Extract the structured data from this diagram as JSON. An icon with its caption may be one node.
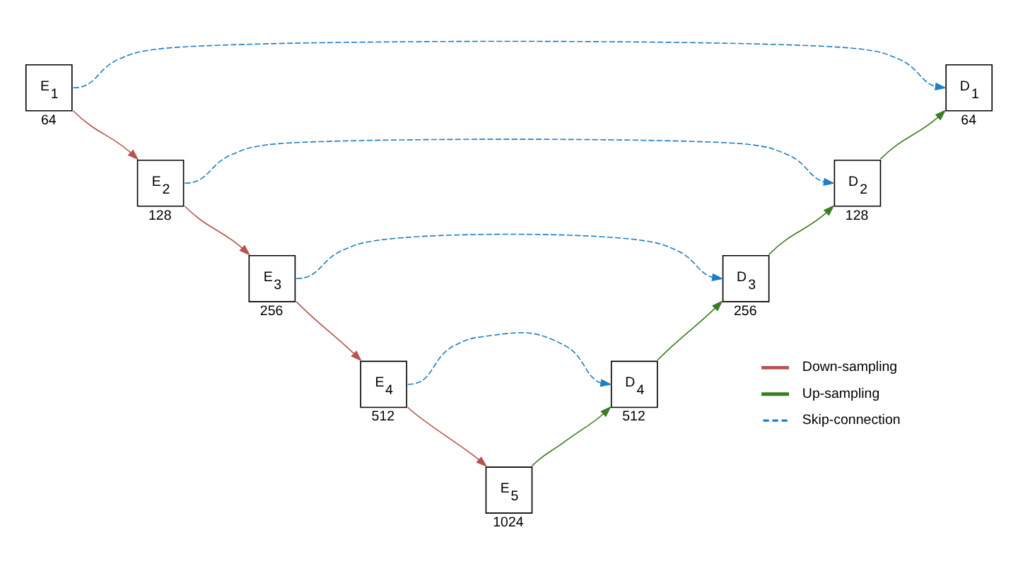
{
  "diagram": {
    "nodes": [
      {
        "text": [
          "E$_{1}$"
        ],
        "beside": [
          "64"
        ]
      },
      {
        "text": [
          "D$_{1}$"
        ],
        "beside": [
          "64"
        ]
      },
      {
        "text": [
          "E$_{2}$"
        ],
        "beside": [
          "128"
        ]
      },
      {
        "text": [
          "D$_{2}$"
        ],
        "beside": [
          "128"
        ]
      },
      {
        "text": [
          "E$_{3}$"
        ],
        "beside": [
          "256"
        ]
      },
      {
        "text": [
          "D$_{3}$"
        ],
        "beside": [
          "256"
        ]
      },
      {
        "text": [
          "E$_{4}$"
        ],
        "beside": [
          "512"
        ]
      },
      {
        "text": [
          "D$_{4}$"
        ],
        "beside": [
          "512"
        ]
      },
      {
        "text": [
          "E$_{5}$"
        ],
        "beside": [
          "1024"
        ]
      }
    ],
    "edges": [
      {
        "from": 0,
        "to": 2,
        "arrow": "to",
        "color": "#b85450"
      },
      {
        "from": 2,
        "to": 4,
        "arrow": "to",
        "color": "#b85450"
      },
      {
        "from": 4,
        "to": 6,
        "arrow": "to",
        "color": "#b85450"
      },
      {
        "from": 6,
        "to": 8,
        "arrow": "to",
        "color": "#b85450"
      },
      {
        "from": 8,
        "to": 7,
        "arrow": "to",
        "color": "#3a7d22"
      },
      {
        "from": 7,
        "to": 5,
        "arrow": "to",
        "color": "#3a7d22"
      },
      {
        "from": 5,
        "to": 3,
        "arrow": "to",
        "color": "#3a7d22"
      },
      {
        "from": 3,
        "to": 1,
        "arrow": "to",
        "color": "#3a7d22"
      },
      {
        "from": 0,
        "to": 1,
        "arrow": "to",
        "style": "dashed",
        "color": "#1f7fc4"
      },
      {
        "from": 2,
        "to": 3,
        "arrow": "to",
        "style": "dashed",
        "color": "#1f7fc4"
      },
      {
        "from": 4,
        "to": 5,
        "arrow": "to",
        "style": "dashed",
        "color": "#1f7fc4"
      },
      {
        "from": 6,
        "to": 7,
        "arrow": "to",
        "style": "dashed",
        "color": "#1f7fc4"
      }
    ],
    "legend": [
      {
        "text": "Down-sampling"
      },
      {
        "text": "Up-sampling"
      },
      {
        "text": "Skip-connection"
      }
    ]
  }
}
